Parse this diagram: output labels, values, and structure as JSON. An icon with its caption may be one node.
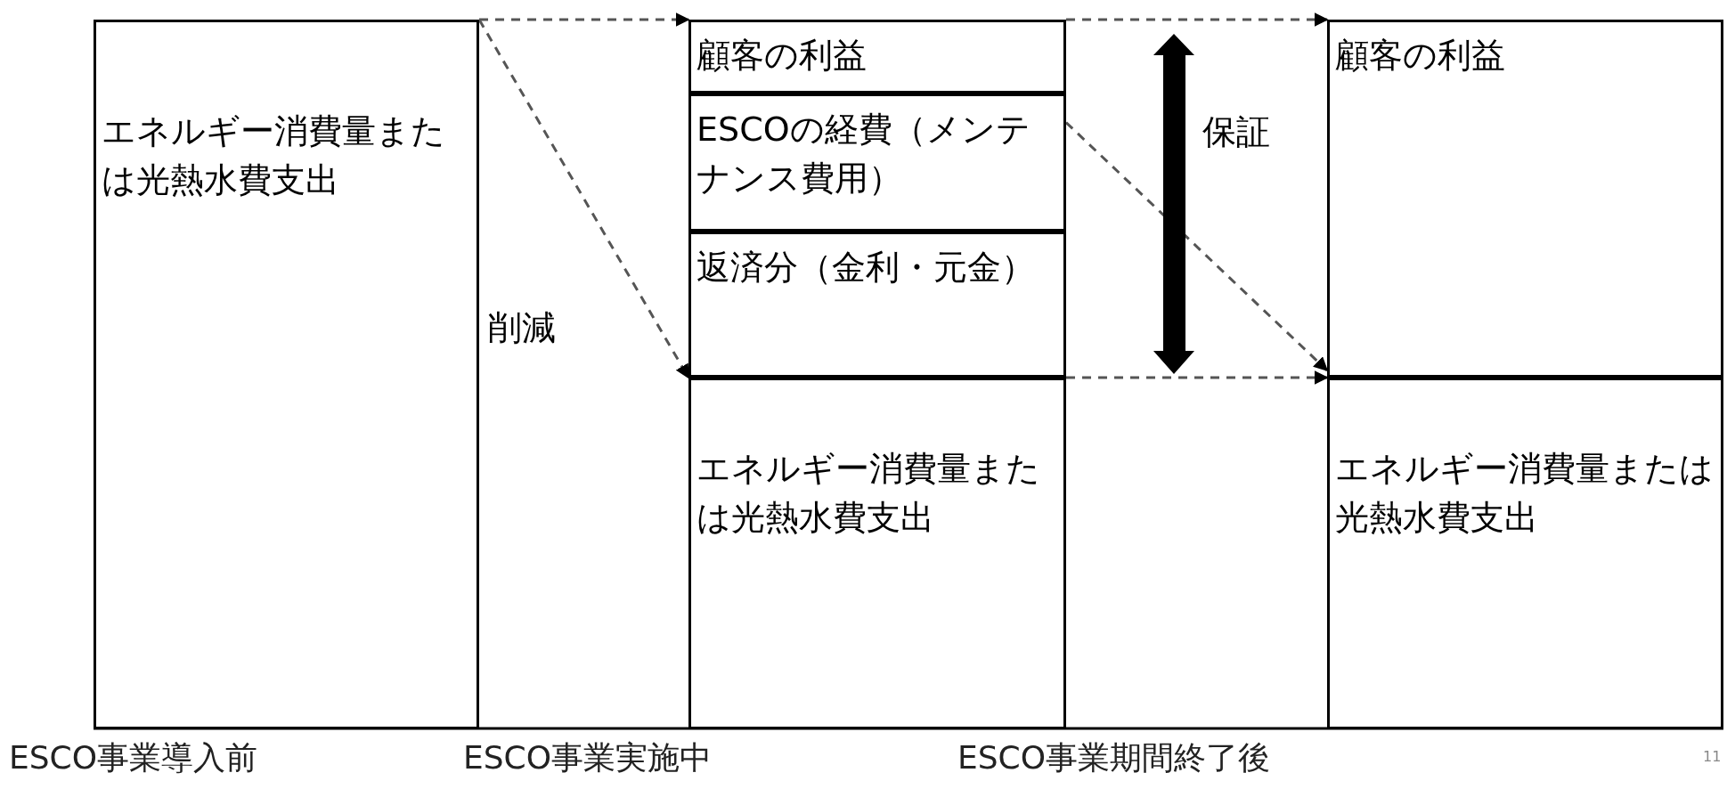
{
  "diagram": {
    "nodes": [
      {
        "text": [
          "エネルギー消費量または光熱水費支出"
        ]
      },
      {
        "text": [
          "顧客の利益"
        ]
      },
      {
        "text": [
          "ESCOの経費（メンテナンス費用）"
        ]
      },
      {
        "text": [
          "返済分（金利・元金）"
        ]
      },
      {
        "text": [
          "エネルギー消費量または光熱水費支出"
        ]
      },
      {
        "text": [
          "顧客の利益"
        ]
      },
      {
        "text": [
          "エネルギー消費量または光熱水費支出"
        ]
      }
    ],
    "edges": [
      {
        "from": 0,
        "to": 1,
        "arrow": "to",
        "style": "dashed"
      },
      {
        "from": 0,
        "to": 3,
        "arrow": "to",
        "style": "dashed"
      },
      {
        "from": 1,
        "to": 5,
        "arrow": "to",
        "style": "dashed"
      },
      {
        "from": 2,
        "to": 5,
        "arrow": "to",
        "style": "dashed"
      },
      {
        "from": 3,
        "to": 5,
        "arrow": "to",
        "style": "dashed"
      }
    ],
    "labels": [
      "削減",
      "保証",
      "ESCO事業導入前",
      "ESCO事業実施中",
      "ESCO事業期間終了後",
      "11"
    ]
  }
}
